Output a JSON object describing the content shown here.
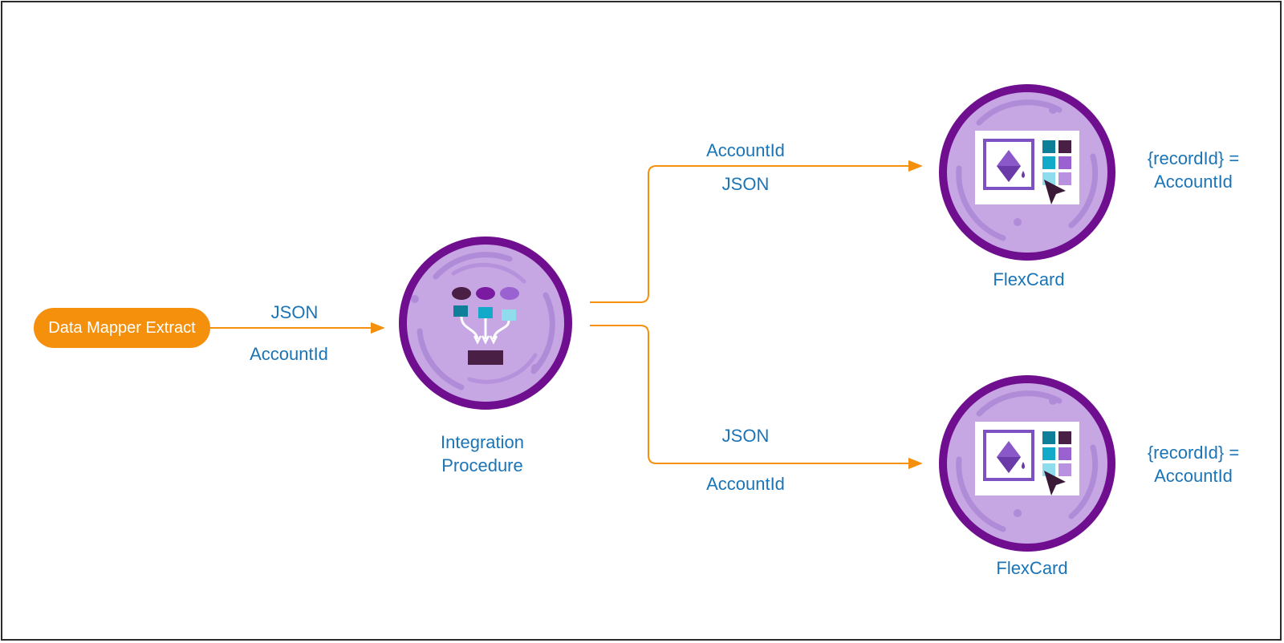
{
  "nodes": {
    "source": {
      "label": "Data Mapper Extract"
    },
    "integration_procedure": {
      "label_line1": "Integration",
      "label_line2": "Procedure"
    },
    "flexcard_top": {
      "label": "FlexCard",
      "note_line1": "{recordId} =",
      "note_line2": "AccountId"
    },
    "flexcard_bottom": {
      "label": "FlexCard",
      "note_line1": "{recordId} =",
      "note_line2": "AccountId"
    }
  },
  "edges": {
    "source_to_ip": {
      "above": "JSON",
      "below": "AccountId"
    },
    "ip_to_top": {
      "above": "AccountId",
      "below": "JSON"
    },
    "ip_to_bottom": {
      "above": "JSON",
      "below": "AccountId"
    }
  },
  "colors": {
    "connector": "#f4900c",
    "label_text": "#1a74b6",
    "node_ring": "#6f0f8f",
    "node_fill": "#c6a6e3"
  },
  "icons": {
    "integration_procedure": "integration-procedure-icon",
    "flexcard": "flexcard-icon"
  }
}
